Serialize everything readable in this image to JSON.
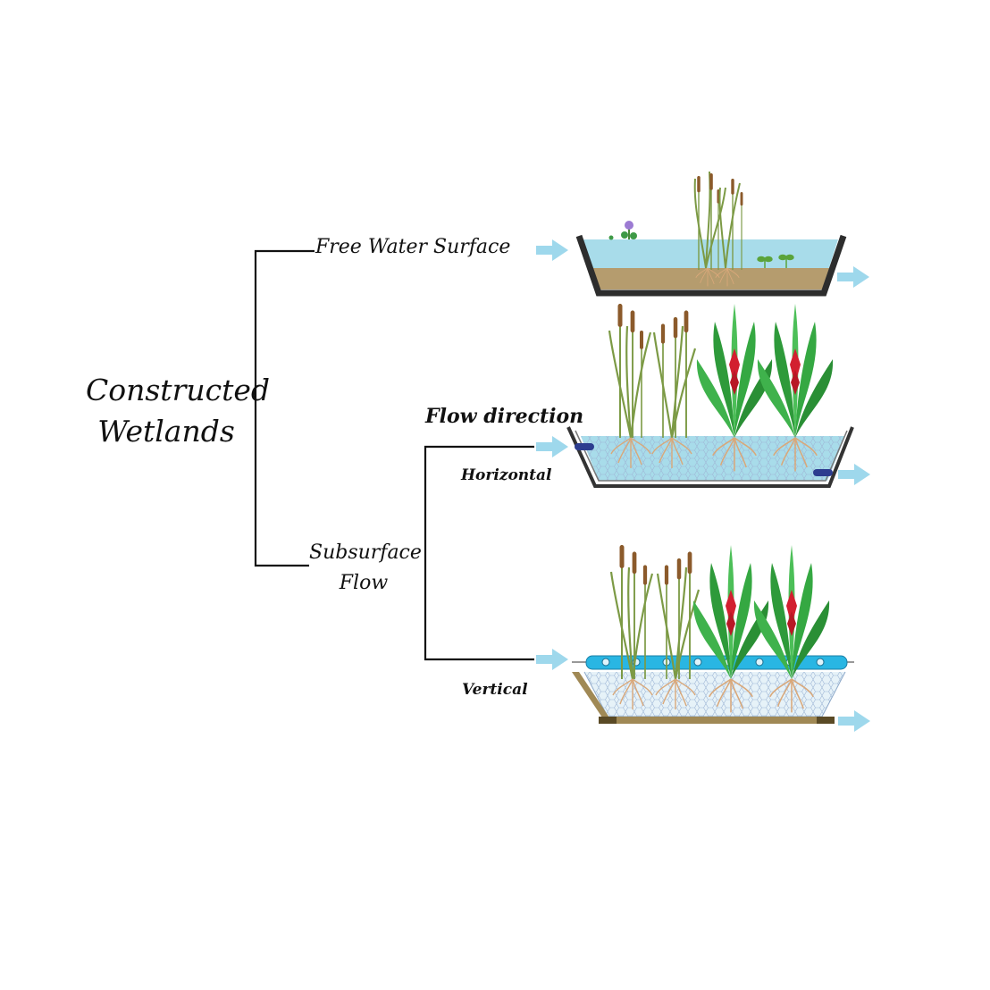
{
  "title_line1": "Constructed",
  "title_line2": "Wetlands",
  "branches": {
    "free_water_surface": "Free Water Surface",
    "subsurface_line1": "Subsurface",
    "subsurface_line2": "Flow",
    "flow_direction": "Flow direction",
    "horizontal": "Horizontal",
    "vertical": "Vertical"
  },
  "colors": {
    "water": "#a8dcea",
    "soil": "#b59c6e",
    "basin": "#2d2d2d",
    "arrow": "#9ed8ec",
    "pipe": "#29b6e3",
    "reed": "#7c9a45",
    "cattail": "#8b5a2b",
    "leaf": "#2e9a3a",
    "flower": "#d21f2f",
    "root": "#d9a87a"
  }
}
